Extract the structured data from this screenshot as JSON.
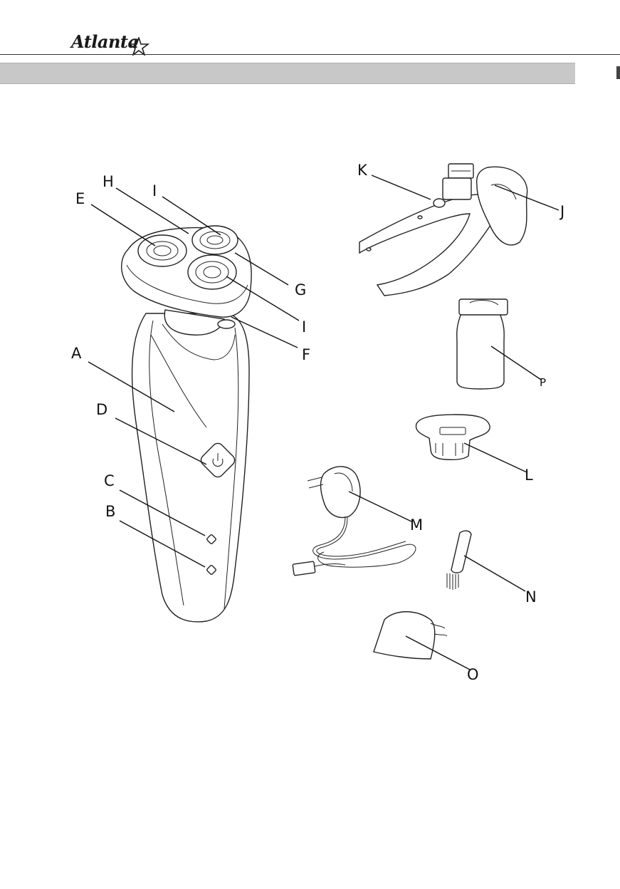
{
  "header": {
    "logo_text": "Atlanta"
  },
  "labels": {
    "A": "A",
    "B": "B",
    "C": "C",
    "D": "D",
    "E": "E",
    "F": "F",
    "G": "G",
    "H": "H",
    "I1": "I",
    "I2": "I",
    "I3": "I",
    "J": "J",
    "K": "K",
    "L": "L",
    "M": "M",
    "N": "N",
    "O": "O",
    "P": "P"
  }
}
